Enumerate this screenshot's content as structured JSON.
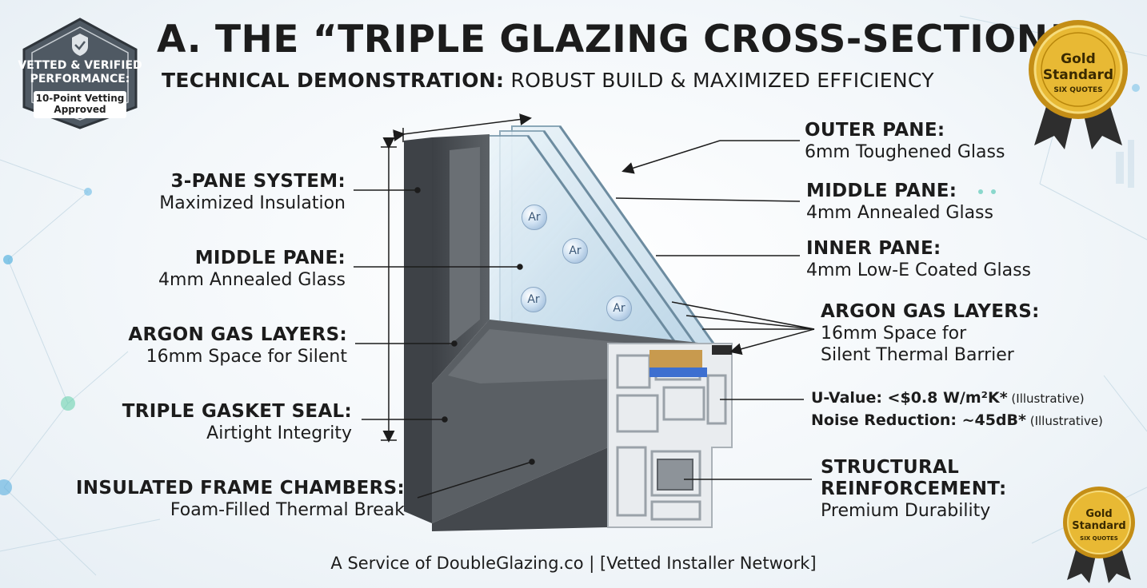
{
  "header": {
    "title": "A. THE “TRIPLE GLAZING CROSS-SECTION”",
    "subtitle_bold": "TECHNICAL DEMONSTRATION:",
    "subtitle_rest": " ROBUST BUILD & MAXIMIZED EFFICIENCY"
  },
  "badge": {
    "line1": "VETTED & VERIFIED",
    "line2": "PERFORMANCE:",
    "line3": "10-Point Vetting",
    "line4": "Approved"
  },
  "seal_top": {
    "line1": "Gold",
    "line2": "Standard",
    "line3": "SIX QUOTES"
  },
  "seal_bottom": {
    "line1": "Gold",
    "line2": "Standard",
    "line3": "SIX QUOTES"
  },
  "left_labels": [
    {
      "heading": "3-PANE SYSTEM:",
      "text": "Maximized Insulation"
    },
    {
      "heading": "MIDDLE PANE:",
      "text": "4mm Annealed Glass"
    },
    {
      "heading": "ARGON GAS LAYERS:",
      "text": "16mm Space for Silent"
    },
    {
      "heading": "TRIPLE GASKET SEAL:",
      "text": "Airtight Integrity"
    },
    {
      "heading": "INSULATED FRAME CHAMBERS:",
      "text": "Foam-Filled Thermal Break"
    }
  ],
  "right_labels": [
    {
      "heading": "OUTER PANE:",
      "text": "6mm Toughened Glass"
    },
    {
      "heading": "MIDDLE PANE:",
      "text": "4mm Annealed Glass"
    },
    {
      "heading": "INNER PANE:",
      "text": "4mm Low-E Coated Glass"
    },
    {
      "heading": "ARGON GAS LAYERS:",
      "text1": "16mm Space for",
      "text2": "Silent Thermal Barrier"
    },
    {
      "heading1": "STRUCTURAL",
      "heading2": "REINFORCEMENT:",
      "text": "Premium Durability"
    }
  ],
  "specs": {
    "u_label": "U-Value: <$0.8 W/m²K*",
    "u_note": " (Illustrative)",
    "noise_label": "Noise Reduction: ~45dB*",
    "noise_note": " (Illustrative)"
  },
  "gas_symbol": "Ar",
  "footer": "A Service of DoubleGlazing.co | [Vetted Installer Network]",
  "colors": {
    "frame_dark": "#4a4e53",
    "frame_face": "#5b5f64",
    "glass": "#cfe3ef",
    "text": "#1c1c1c",
    "badge_fill": "#4f5963",
    "gold": "#d9a520",
    "ribbon": "#2e2e2e"
  }
}
